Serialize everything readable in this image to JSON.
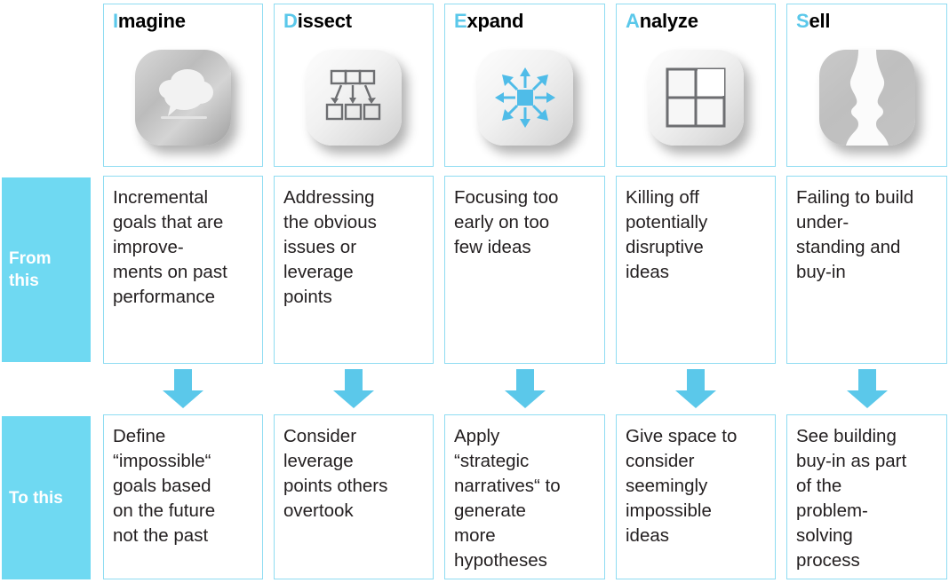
{
  "accent": "#5bc8ea",
  "accent_block": "#6fd9f2",
  "border": "#8fdcf2",
  "rows": {
    "from_label": "From\nthis",
    "to_label": "To this"
  },
  "columns": [
    {
      "title_accent": "I",
      "title_rest": "magine",
      "icon": "thought-cloud-icon",
      "from": "Incremental\ngoals that are\nimprove-\nments on past\nperformance",
      "to": "Define\n“impossible“\ngoals based\non the future\nnot the past"
    },
    {
      "title_accent": "D",
      "title_rest": "issect",
      "icon": "hierarchy-breakdown-icon",
      "from": "Addressing\nthe obvious\nissues or\nleverage\npoints",
      "to": "Consider\nleverage\npoints others\novertook"
    },
    {
      "title_accent": "E",
      "title_rest": "xpand",
      "icon": "radiating-arrows-icon",
      "from": "Focusing too\nearly on too\nfew ideas",
      "to": "Apply\n“strategic\nnarratives“ to\ngenerate\nmore\nhypotheses"
    },
    {
      "title_accent": "A",
      "title_rest": "nalyze",
      "icon": "two-by-two-matrix-icon",
      "from": "Killing off\npotentially\ndisruptive\nideas",
      "to": "Give space to\nconsider\nseemingly\nimpossible\nideas"
    },
    {
      "title_accent": "S",
      "title_rest": "ell",
      "icon": "two-faces-profile-icon",
      "from": "Failing to build\nunder-\nstanding and\nbuy-in",
      "to": "See building\nbuy-in as part\nof the\nproblem-\nsolving\nprocess"
    }
  ]
}
